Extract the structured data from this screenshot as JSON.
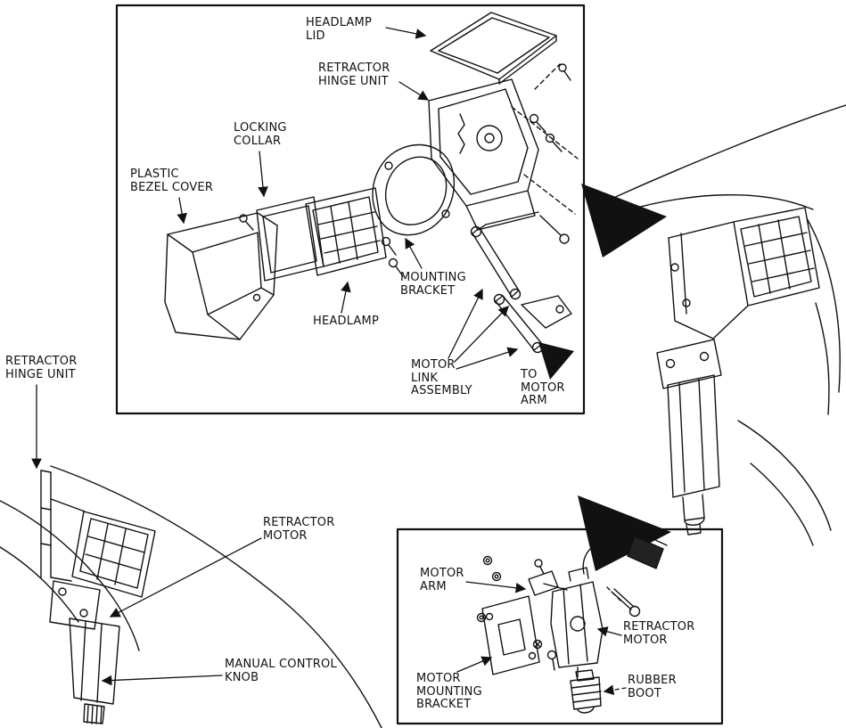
{
  "figure": {
    "description": "Retractable headlamp assembly — exploded view and retractor motor service diagram"
  },
  "colors": {
    "ink": "#111111",
    "paper": "#ffffff"
  },
  "exploded_view": {
    "labels": {
      "headlamp_lid": "HEADLAMP\nLID",
      "retractor_hinge_unit": "RETRACTOR\nHINGE UNIT",
      "locking_collar": "LOCKING\nCOLLAR",
      "plastic_bezel_cover": "PLASTIC\nBEZEL COVER",
      "headlamp": "HEADLAMP",
      "mounting_bracket": "MOUNTING\nBRACKET",
      "motor_link_assembly": "MOTOR\nLINK\nASSEMBLY",
      "to_motor_arm": "TO\nMOTOR\nARM"
    }
  },
  "front_view": {
    "labels": {
      "retractor_hinge_unit": "RETRACTOR\nHINGE UNIT",
      "retractor_motor": "RETRACTOR\nMOTOR",
      "manual_control_knob": "MANUAL CONTROL\nKNOB"
    }
  },
  "motor_detail": {
    "labels": {
      "motor_arm": "MOTOR\nARM",
      "retractor_motor": "RETRACTOR\nMOTOR",
      "motor_mounting_bracket": "MOTOR\nMOUNTING\nBRACKET",
      "rubber_boot": "RUBBER\nBOOT"
    }
  }
}
